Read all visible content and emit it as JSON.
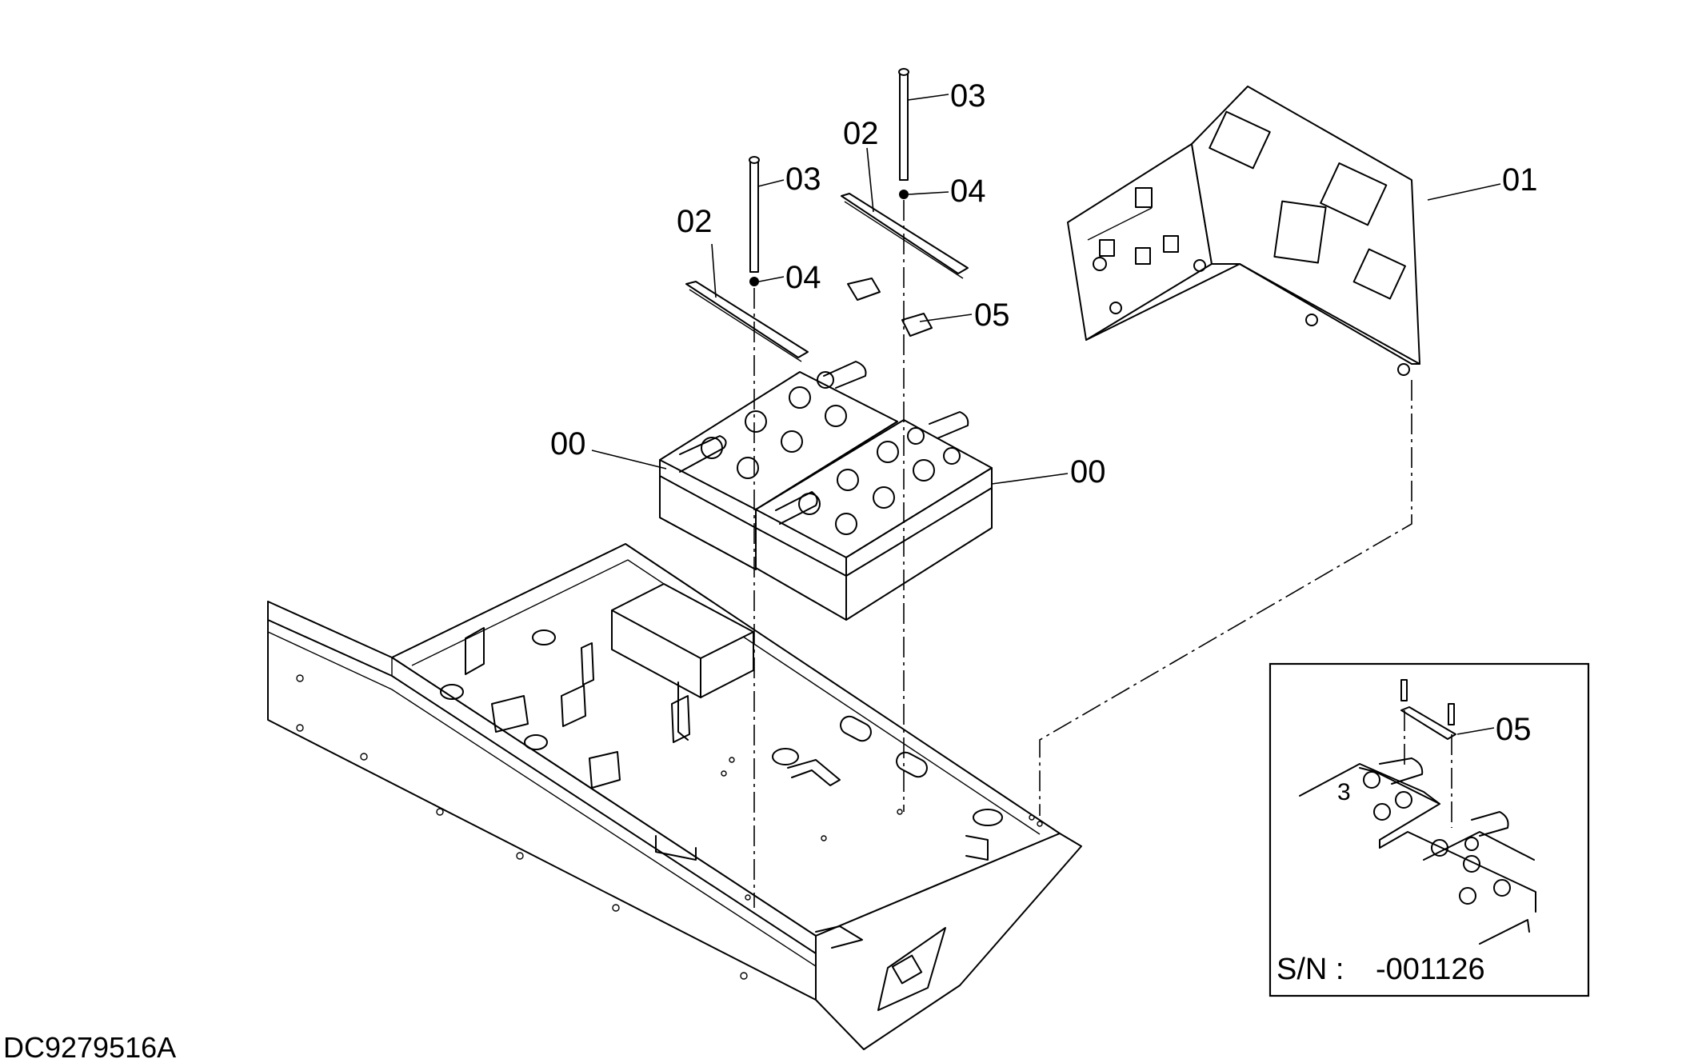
{
  "drawing_code": "DC9279516A",
  "callouts": {
    "bolt_left": "03",
    "bolt_right": "03",
    "bar_left": "02",
    "bar_right": "02",
    "washer_left": "04",
    "washer_right": "04",
    "cable": "05",
    "battery_left": "00",
    "battery_right": "00",
    "relay_box": "01"
  },
  "inset": {
    "callout": "05",
    "serial_label": "S/N :",
    "serial_value": "-001126",
    "cell_mark": "3"
  }
}
